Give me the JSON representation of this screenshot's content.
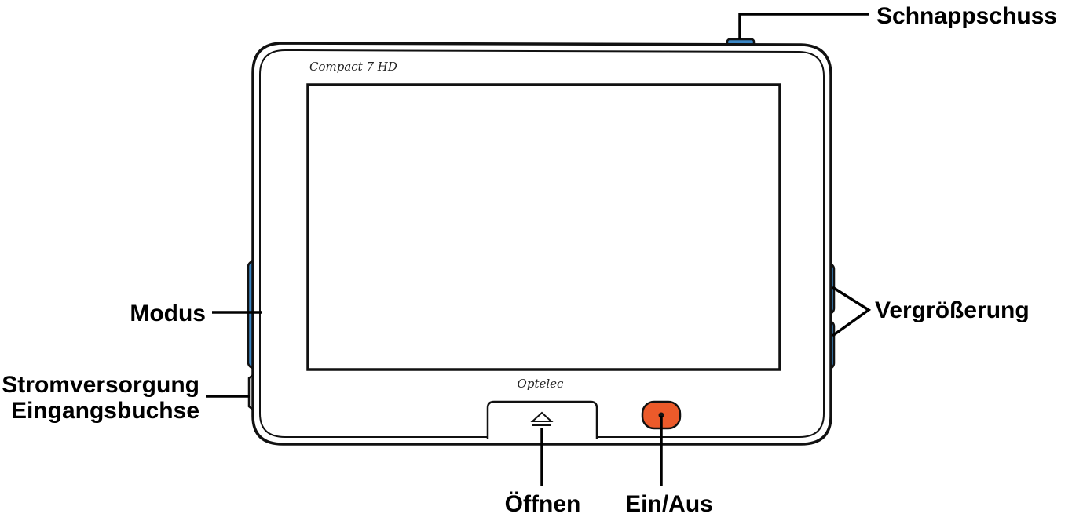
{
  "device": {
    "model_text": "Compact 7 HD",
    "brand_text": "Optelec"
  },
  "labels": {
    "snapshot": "Schnappschuss",
    "mode": "Modus",
    "power_input_line1": "Stromversorgung",
    "power_input_line2": "Eingangsbuchse",
    "magnification": "Vergrößerung",
    "open": "Öffnen",
    "power": "Ein/Aus"
  },
  "colors": {
    "button_blue": "#3b87c6",
    "power_orange": "#ec5a2a",
    "outline": "#111111"
  },
  "icons": {
    "mode": "mode-triangle-icon",
    "zoom_in": "plus-icon",
    "zoom_out": "minus-icon",
    "open": "eject-icon",
    "power": "power-dot-icon"
  }
}
